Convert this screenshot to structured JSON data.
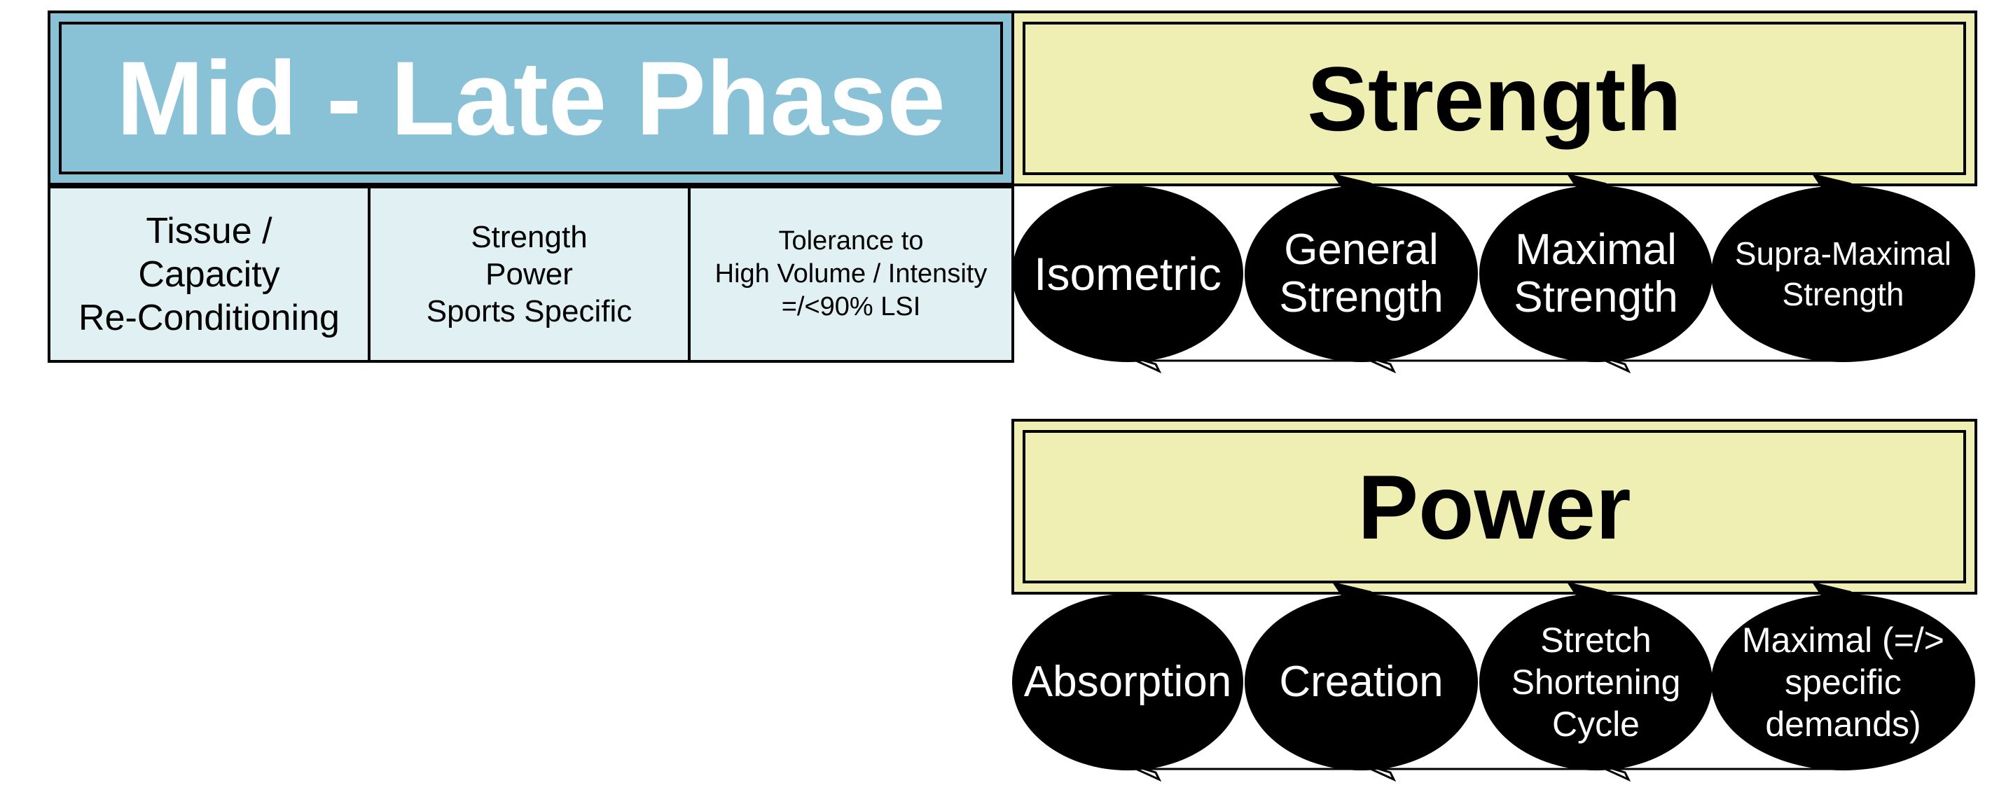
{
  "phase": {
    "title": "Mid - Late Phase"
  },
  "goals": [
    "Tissue /\nCapacity\nRe-Conditioning",
    "Strength\nPower\nSports Specific",
    "Tolerance to\nHigh Volume / Intensity\n=/<90% LSI"
  ],
  "strength": {
    "title": "Strength",
    "items": [
      "Isometric",
      "General\nStrength",
      "Maximal\nStrength",
      "Supra-Maximal\nStrength"
    ]
  },
  "power": {
    "title": "Power",
    "items": [
      "Absorption",
      "Creation",
      "Stretch\nShortening\nCycle",
      "Maximal (=/>\nspecific\ndemands)"
    ]
  },
  "colors": {
    "phase_fill": "#89c2d7",
    "goal_fill": "#e0f0f3",
    "category_fill": "#efefb4",
    "oval_fill": "#000000",
    "oval_text": "#ffffff"
  }
}
